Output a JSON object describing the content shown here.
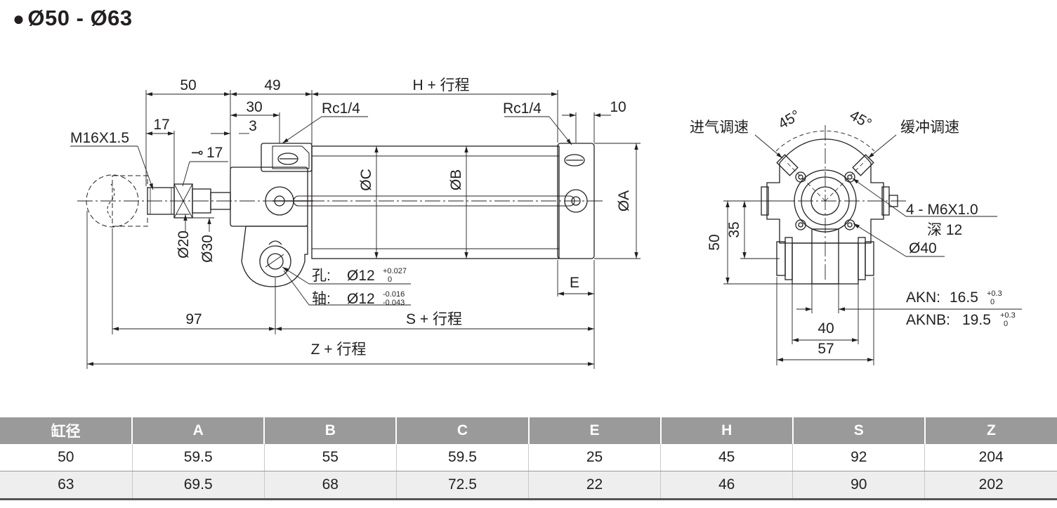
{
  "title": "Ø50 - Ø63",
  "front_view": {
    "dims": {
      "d50": "50",
      "d49": "49",
      "h_stroke": "H + 行程",
      "d30": "30",
      "d3": "3",
      "d17": "17",
      "wrench17": "17",
      "d10": "10",
      "thread": "M16X1.5",
      "rc_left": "Rc1/4",
      "rc_right": "Rc1/4",
      "dia_c": "ØC",
      "dia_b": "ØB",
      "dia_a": "ØA",
      "dia20": "Ø20",
      "dia30": "Ø30",
      "e": "E",
      "d97": "97",
      "s_stroke": "S + 行程",
      "z_stroke": "Z + 行程"
    },
    "tolerances": {
      "hole_label": "孔:",
      "hole_value": "Ø12",
      "hole_upper": "+0.027",
      "hole_lower": "0",
      "shaft_label": "轴:",
      "shaft_value": "Ø12",
      "shaft_upper": "-0.016",
      "shaft_lower": "-0.043"
    }
  },
  "side_view": {
    "angle_left": "45°",
    "angle_right": "45°",
    "label_intake": "进气调速",
    "label_cushion": "缓冲调速",
    "bolt": "4 - M6X1.0",
    "depth": "深 12",
    "dia40": "Ø40",
    "d50": "50",
    "d35": "35",
    "akn_label": "AKN:",
    "akn_value": "16.5",
    "akn_upper": "+0.3",
    "akn_lower": "0",
    "aknb_label": "AKNB:",
    "aknb_value": "19.5",
    "aknb_upper": "+0.3",
    "aknb_lower": "0",
    "d40": "40",
    "d57": "57"
  },
  "table": {
    "headers": [
      "缸径",
      "A",
      "B",
      "C",
      "E",
      "H",
      "S",
      "Z"
    ],
    "rows": [
      [
        "50",
        "59.5",
        "55",
        "59.5",
        "25",
        "45",
        "92",
        "204"
      ],
      [
        "63",
        "69.5",
        "68",
        "72.5",
        "22",
        "46",
        "90",
        "202"
      ]
    ],
    "header_bg": "#9a9a9a",
    "alt_row_bg": "#eeeeee"
  }
}
